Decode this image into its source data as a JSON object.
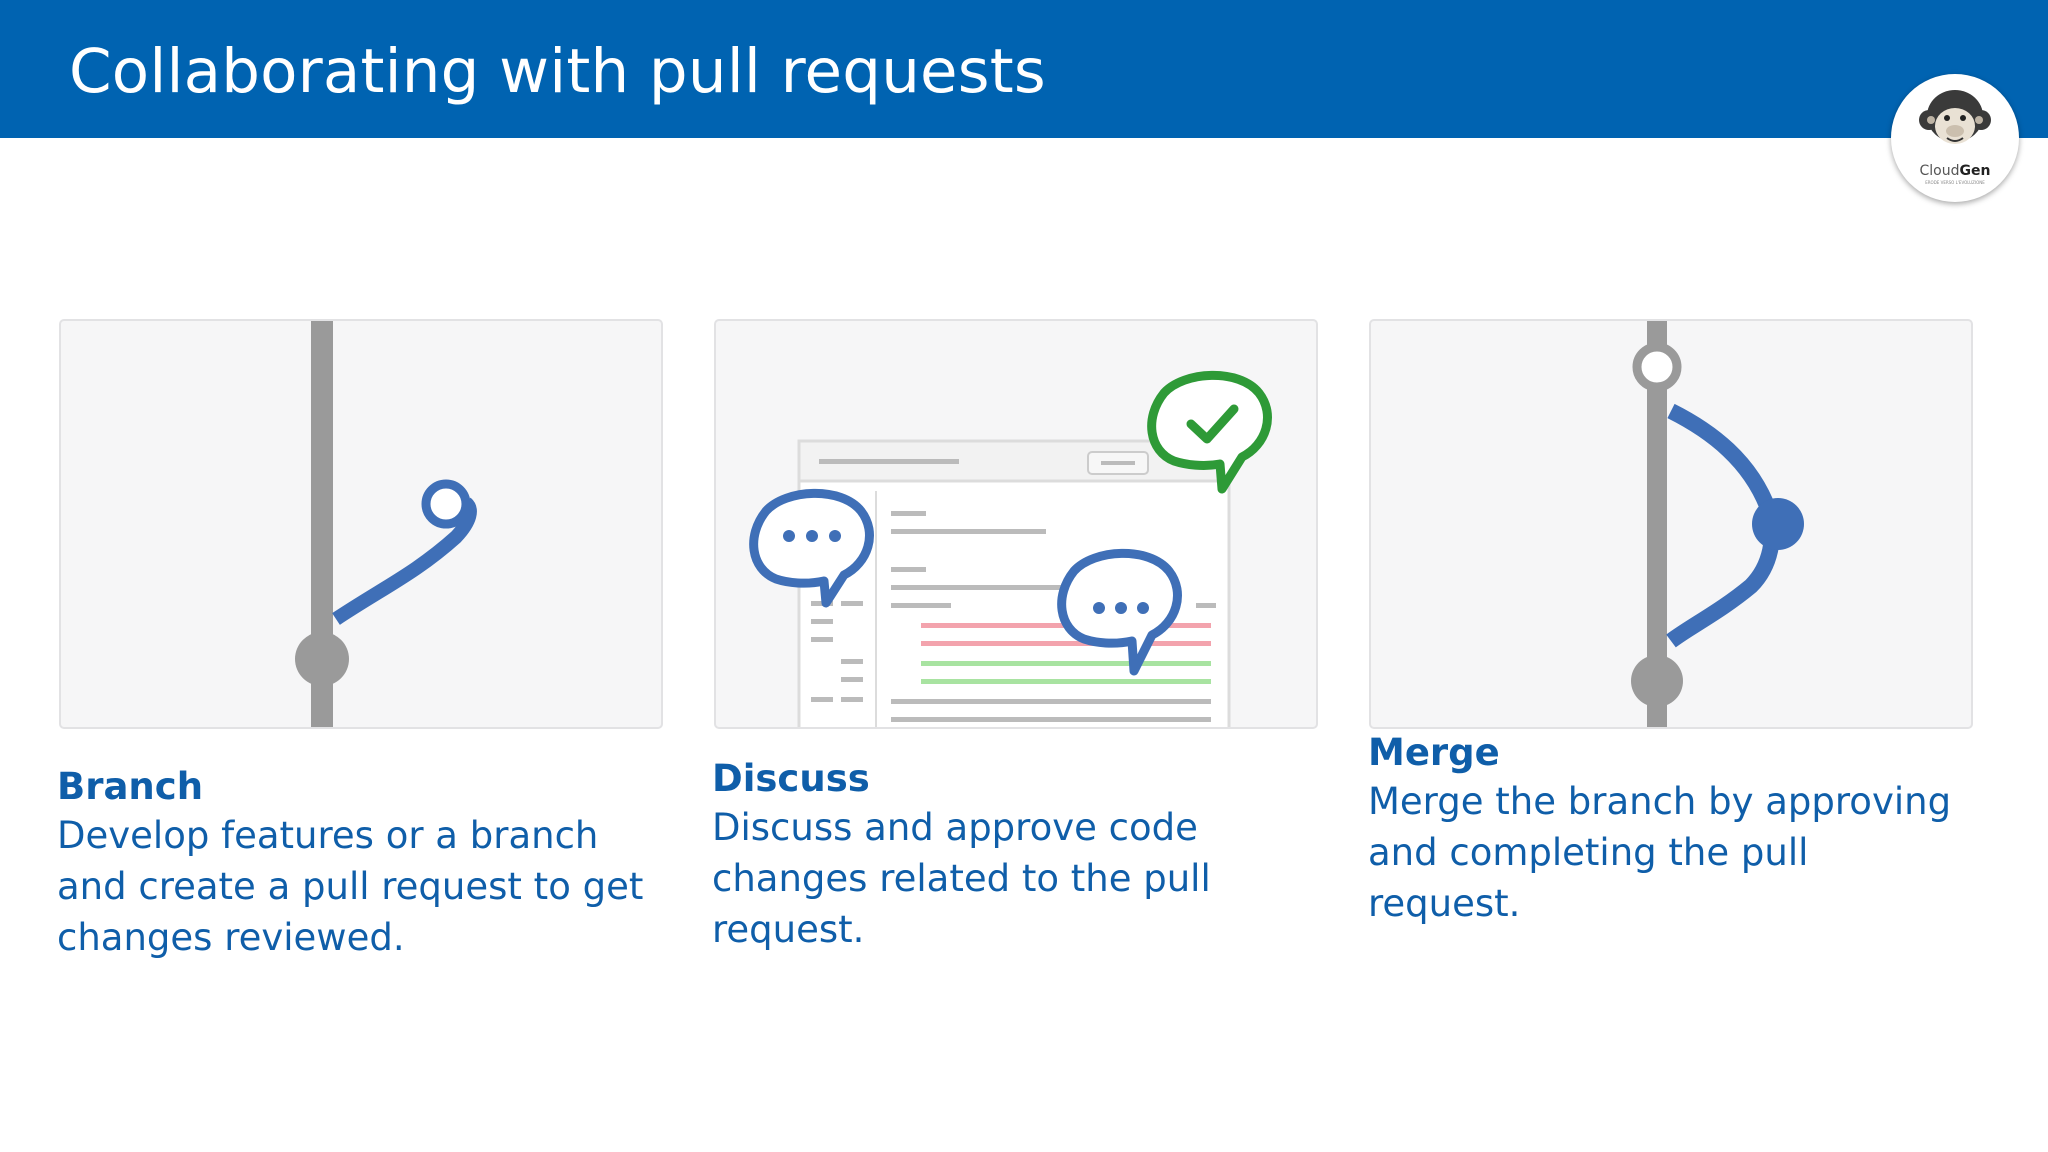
{
  "slide": {
    "title": "Collaborating with pull requests"
  },
  "logo": {
    "name_part1": "Cloud",
    "name_part2": "Gen",
    "tagline": "ERODE VERSO L'EVOLUZIONE"
  },
  "steps": [
    {
      "title": "Branch",
      "lines": [
        "Develop features or a branch",
        "and create a pull request to get",
        "changes reviewed."
      ],
      "icon": "git-branch-illustration"
    },
    {
      "title": "Discuss",
      "lines": [
        "Discuss and approve code",
        "changes related to the pull",
        "request."
      ],
      "icon": "code-review-discussion-illustration"
    },
    {
      "title": "Merge",
      "lines": [
        "Merge the branch by approving",
        "and completing the pull",
        "request."
      ],
      "icon": "git-merge-illustration"
    }
  ],
  "colors": {
    "header": "#0063b1",
    "text_accent": "#0f5ea9",
    "branch_line": "#3f6fb7",
    "trunk_line": "#9a9a9a",
    "approve_green": "#2e9a37"
  }
}
